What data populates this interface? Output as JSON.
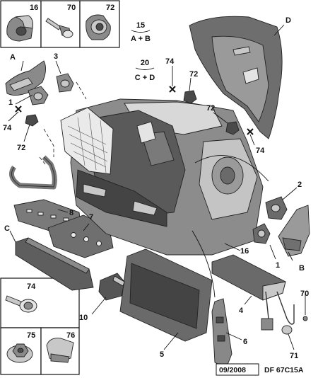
{
  "diagram": {
    "inset_labels": {
      "top": [
        "16",
        "70",
        "72"
      ],
      "bottom": [
        "74",
        "75",
        "76"
      ]
    },
    "groups": [
      {
        "code": "15",
        "parts": "A + B"
      },
      {
        "code": "20",
        "parts": "C + D"
      }
    ],
    "callouts": [
      {
        "id": "A",
        "text": "A"
      },
      {
        "id": "B",
        "text": "B"
      },
      {
        "id": "C",
        "text": "C"
      },
      {
        "id": "D",
        "text": "D"
      },
      {
        "id": "n1a",
        "text": "1"
      },
      {
        "id": "n1b",
        "text": "1"
      },
      {
        "id": "n2",
        "text": "2"
      },
      {
        "id": "n3",
        "text": "3"
      },
      {
        "id": "n4",
        "text": "4"
      },
      {
        "id": "n5",
        "text": "5"
      },
      {
        "id": "n6",
        "text": "6"
      },
      {
        "id": "n7",
        "text": "7"
      },
      {
        "id": "n8",
        "text": "8"
      },
      {
        "id": "n10",
        "text": "10"
      },
      {
        "id": "n16",
        "text": "16"
      },
      {
        "id": "n70",
        "text": "70"
      },
      {
        "id": "n71",
        "text": "71"
      },
      {
        "id": "n72a",
        "text": "72"
      },
      {
        "id": "n72b",
        "text": "72"
      },
      {
        "id": "n72c",
        "text": "72"
      },
      {
        "id": "n74a",
        "text": "74"
      },
      {
        "id": "n74b",
        "text": "74"
      },
      {
        "id": "n74c",
        "text": "74"
      },
      {
        "id": "n74d",
        "text": "74"
      }
    ],
    "footer": {
      "date": "09/2008",
      "reference": "DF 67C15A"
    }
  }
}
